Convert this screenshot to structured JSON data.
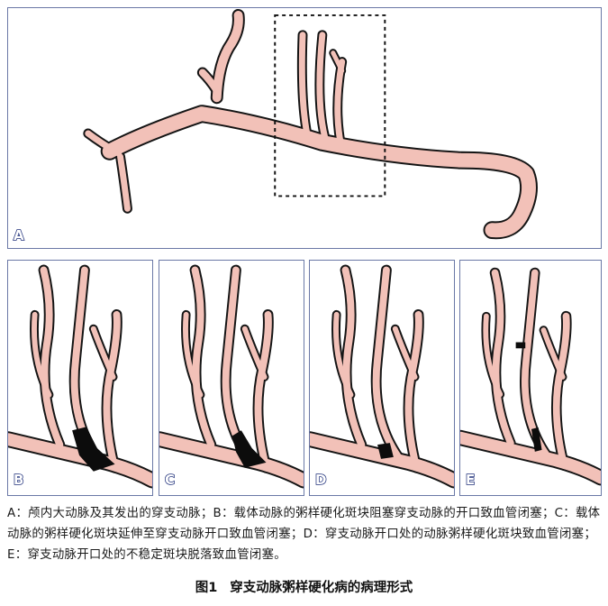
{
  "colors": {
    "vessel_fill": "#f2c1b8",
    "vessel_outline": "#141414",
    "plaque": "#0c0c0c",
    "panel_border": "#6a78a6",
    "label_outline": "#1e2f7a"
  },
  "panels": {
    "A": {
      "label": "A"
    },
    "B": {
      "label": "B"
    },
    "C": {
      "label": "C"
    },
    "D": {
      "label": "D"
    },
    "E": {
      "label": "E"
    }
  },
  "caption": "A：颅内大动脉及其发出的穿支动脉；B：载体动脉的粥样硬化斑块阻塞穿支动脉的开口致血管闭塞；C：载体动脉的粥样硬化斑块延伸至穿支动脉开口致血管闭塞；D：穿支动脉开口处的动脉粥样硬化斑块致血管闭塞；E：穿支动脉开口处的不稳定斑块脱落致血管闭塞。",
  "figure": {
    "number": "图1",
    "title": "穿支动脉粥样硬化病的病理形式"
  }
}
